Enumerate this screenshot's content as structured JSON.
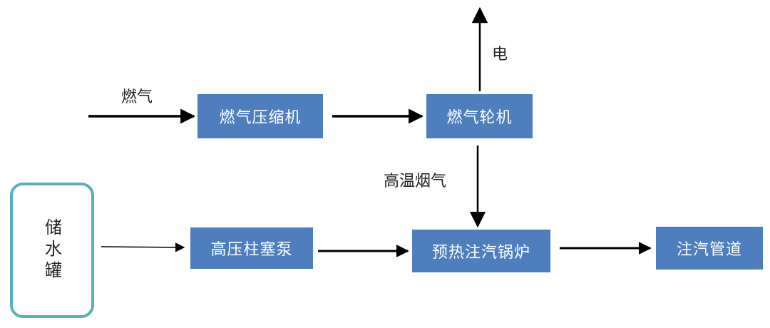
{
  "diagram": {
    "nodes": {
      "gas_compressor": "燃气压缩机",
      "gas_turbine": "燃气轮机",
      "plunger_pump": "高压柱塞泵",
      "preheat_boiler": "预热注汽锅炉",
      "injection_pipeline": "注汽管道",
      "water_tank": "储水罐"
    },
    "labels": {
      "gas_input": "燃气",
      "electricity": "电",
      "flue_gas": "高温烟气"
    },
    "colors": {
      "box_fill": "#4e7ebe",
      "tank_border": "#5aaebe",
      "arrow": "#000000"
    }
  }
}
